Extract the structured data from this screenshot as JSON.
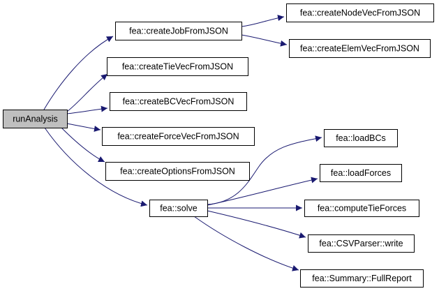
{
  "graph": {
    "colors": {
      "edge": "#191970",
      "node_fill": "#ffffff",
      "root_fill": "#bfbfbf",
      "border": "#000000"
    },
    "nodes": [
      {
        "id": "runAnalysis",
        "label": "runAnalysis",
        "root": true
      },
      {
        "id": "createJob",
        "label": "fea::createJobFromJSON"
      },
      {
        "id": "createNodeVec",
        "label": "fea::createNodeVecFromJSON"
      },
      {
        "id": "createElemVec",
        "label": "fea::createElemVecFromJSON"
      },
      {
        "id": "createTieVec",
        "label": "fea::createTieVecFromJSON"
      },
      {
        "id": "createBCVec",
        "label": "fea::createBCVecFromJSON"
      },
      {
        "id": "createForceVec",
        "label": "fea::createForceVecFromJSON"
      },
      {
        "id": "createOptions",
        "label": "fea::createOptionsFromJSON"
      },
      {
        "id": "solve",
        "label": "fea::solve"
      },
      {
        "id": "loadBCs",
        "label": "fea::loadBCs"
      },
      {
        "id": "loadForces",
        "label": "fea::loadForces"
      },
      {
        "id": "computeTieForces",
        "label": "fea::computeTieForces"
      },
      {
        "id": "csvWrite",
        "label": "fea::CSVParser::write"
      },
      {
        "id": "fullReport",
        "label": "fea::Summary::FullReport"
      }
    ],
    "edges": [
      {
        "from": "runAnalysis",
        "to": "createJob"
      },
      {
        "from": "runAnalysis",
        "to": "createTieVec"
      },
      {
        "from": "runAnalysis",
        "to": "createBCVec"
      },
      {
        "from": "runAnalysis",
        "to": "createForceVec"
      },
      {
        "from": "runAnalysis",
        "to": "createOptions"
      },
      {
        "from": "runAnalysis",
        "to": "solve"
      },
      {
        "from": "createJob",
        "to": "createNodeVec"
      },
      {
        "from": "createJob",
        "to": "createElemVec"
      },
      {
        "from": "solve",
        "to": "loadBCs"
      },
      {
        "from": "solve",
        "to": "loadForces"
      },
      {
        "from": "solve",
        "to": "computeTieForces"
      },
      {
        "from": "solve",
        "to": "csvWrite"
      },
      {
        "from": "solve",
        "to": "fullReport"
      }
    ]
  }
}
